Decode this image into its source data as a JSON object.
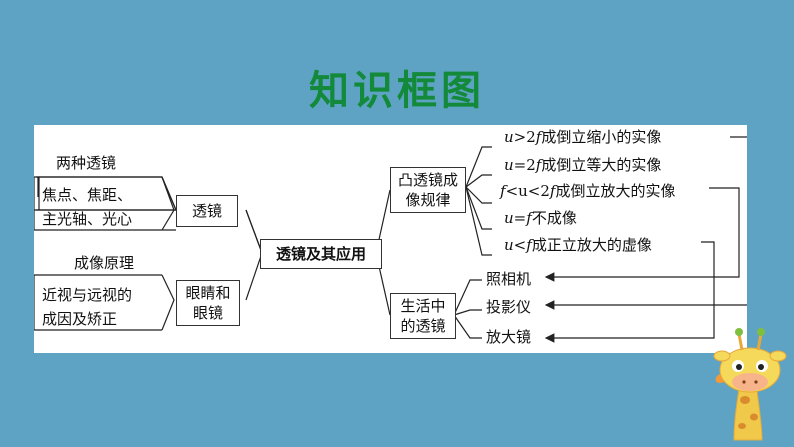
{
  "title": "知识框图",
  "center": "透镜及其应用",
  "left": {
    "lens_box": "透镜",
    "lens_items": [
      "两种透镜",
      "焦点、焦距、",
      "主光轴、光心"
    ],
    "eye_box": [
      "眼睛和",
      "眼镜"
    ],
    "eye_items": [
      "成像原理",
      "近视与远视的",
      "成因及矫正"
    ]
  },
  "right": {
    "rules_box": [
      "凸透镜成",
      "像规律"
    ],
    "rules": [
      {
        "v": "u",
        "op": ">2",
        "f": "f",
        "rest": "成倒立缩小的实像"
      },
      {
        "v": "u",
        "op": "=2",
        "f": "f",
        "rest": "成倒立等大的实像"
      },
      {
        "pre": "f",
        "mid": "<u<2",
        "f": "f",
        "rest": "成倒立放大的实像"
      },
      {
        "v": "u",
        "op": "=",
        "f": "f",
        "rest": "不成像"
      },
      {
        "v": "u",
        "op": "<",
        "f": "f",
        "rest": "成正立放大的虚像"
      }
    ],
    "life_box": [
      "生活中",
      "的透镜"
    ],
    "life_items": [
      "照相机",
      "投影仪",
      "放大镜"
    ]
  }
}
